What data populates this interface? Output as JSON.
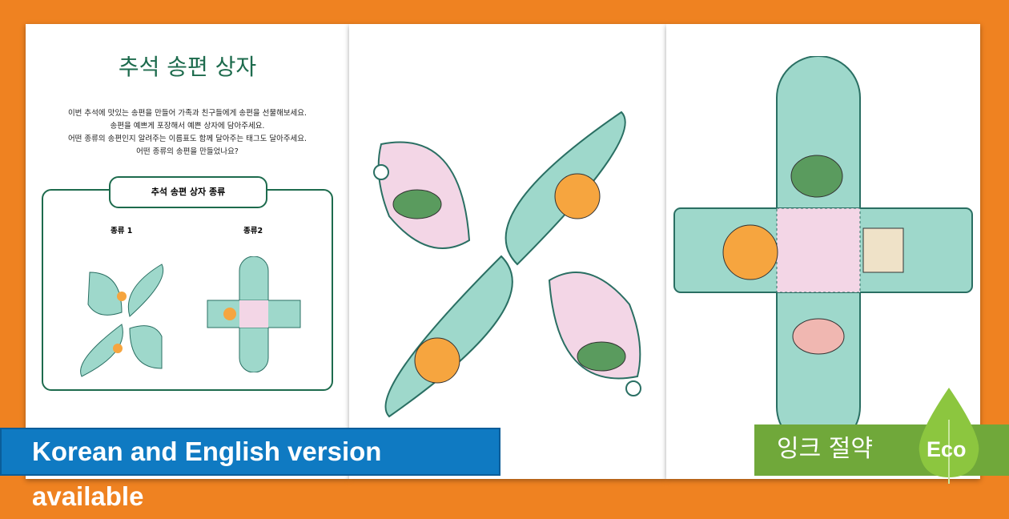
{
  "worksheet": {
    "title": "추석 송편 상자",
    "intro": [
      "이번 추석에 맛있는 송편을 만들어 가족과 친구들에게 송편을 선물해보세요.",
      "송편을 예쁘게 포장해서 예쁜 상자에 담아주세요.",
      "어떤 종류의 송편인지 알려주는 이름표도 함께 달아주는 태그도 달아주세요.",
      "어떤 종류의 송편을 만들었나요?"
    ],
    "section_label": "추석 송편 상자 종류",
    "type1": "종류 1",
    "type2": "종류2"
  },
  "banners": {
    "language": "Korean and English version available",
    "ink_saving": "잉크 절약",
    "eco": "Eco"
  },
  "colors": {
    "background": "#ef8221",
    "teal": "#9ed8cb",
    "pink": "#f3d6e6",
    "green": "#1d6b4d",
    "blue": "#0f7ac2",
    "eco_green": "#70a83a"
  }
}
